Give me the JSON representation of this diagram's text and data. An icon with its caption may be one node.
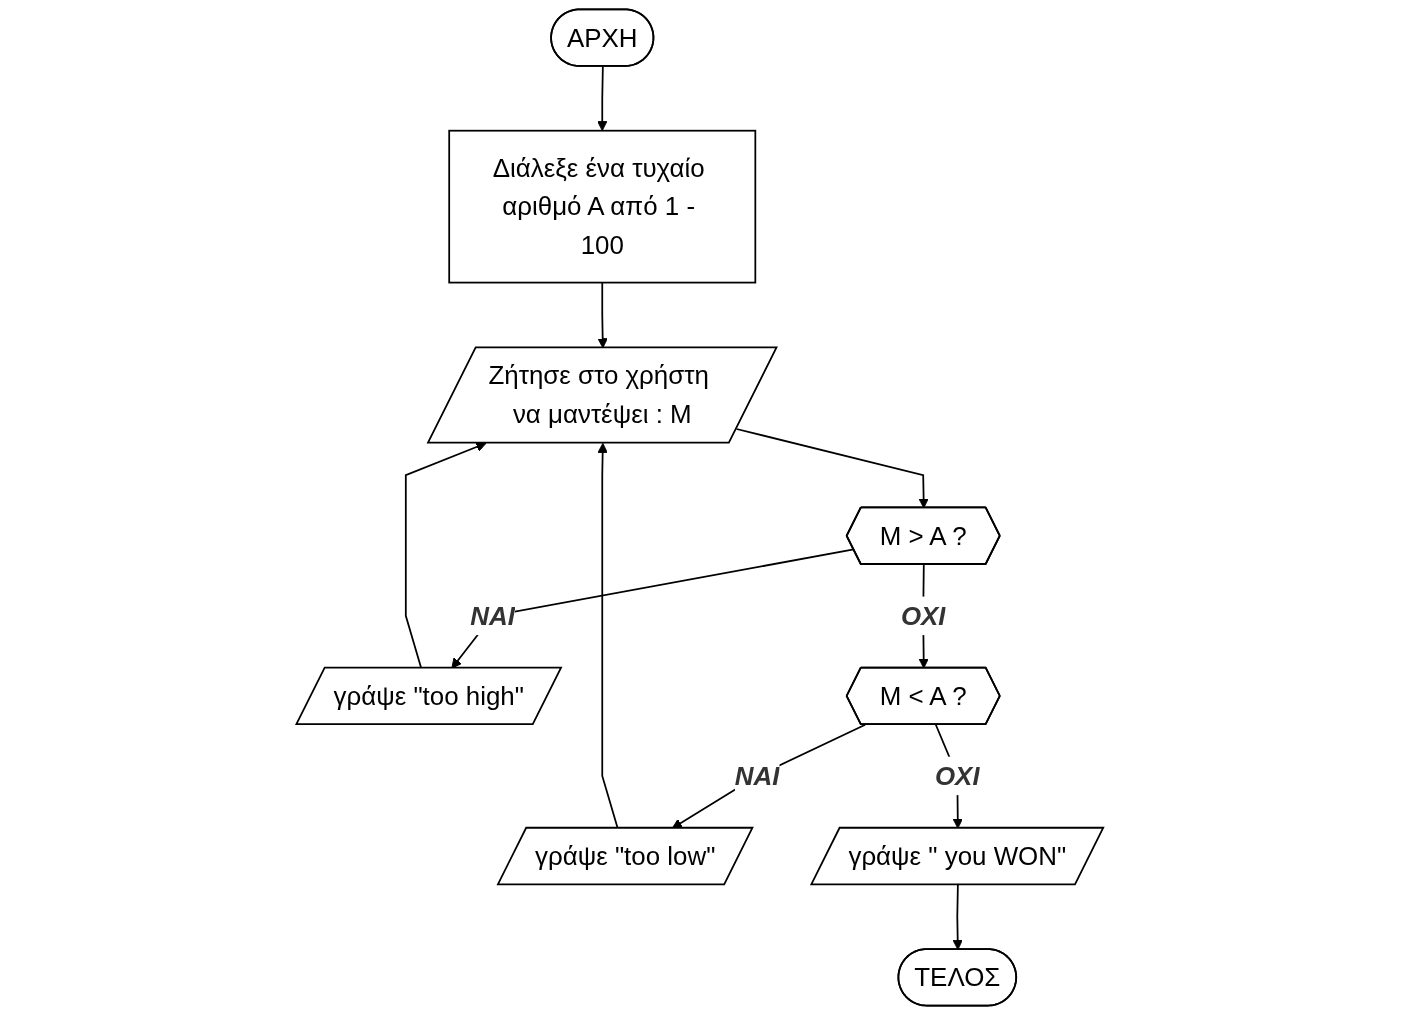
{
  "diagram": {
    "nodes": [
      {
        "text": [
          "ΑΡΧΗ"
        ]
      },
      {
        "text": [
          "Διάλεξε ένα τυχαίο αριθμό Α από 1 - 100"
        ]
      },
      {
        "text": [
          "Ζήτησε στο χρήστη να μαντέψει : Μ"
        ]
      },
      {
        "text": [
          "Μ > Α ?"
        ]
      },
      {
        "text": [
          "γράψε \"too high\""
        ]
      },
      {
        "text": [
          "Μ < Α ?"
        ]
      },
      {
        "text": [
          "γράψε \"too low\""
        ]
      },
      {
        "text": [
          "γράψε \" you WON\""
        ]
      },
      {
        "text": [
          "ΤΕΛΟΣ"
        ]
      }
    ],
    "edges": [
      {
        "from": 0,
        "to": 1,
        "arrow": "to"
      },
      {
        "from": 1,
        "to": 2,
        "arrow": "to"
      },
      {
        "from": 2,
        "to": 3,
        "arrow": "to"
      },
      {
        "from": 3,
        "to": 4,
        "arrow": "to",
        "label": "ΝΑΙ"
      },
      {
        "from": 3,
        "to": 5,
        "arrow": "to",
        "label": "ΟΧΙ"
      },
      {
        "from": 5,
        "to": 6,
        "arrow": "to",
        "label": "ΝΑΙ"
      },
      {
        "from": 5,
        "to": 7,
        "arrow": "to",
        "label": "ΟΧΙ"
      },
      {
        "from": 4,
        "to": 2,
        "arrow": "to"
      },
      {
        "from": 6,
        "to": 2,
        "arrow": "to"
      },
      {
        "from": 7,
        "to": 8,
        "arrow": "to"
      }
    ]
  }
}
